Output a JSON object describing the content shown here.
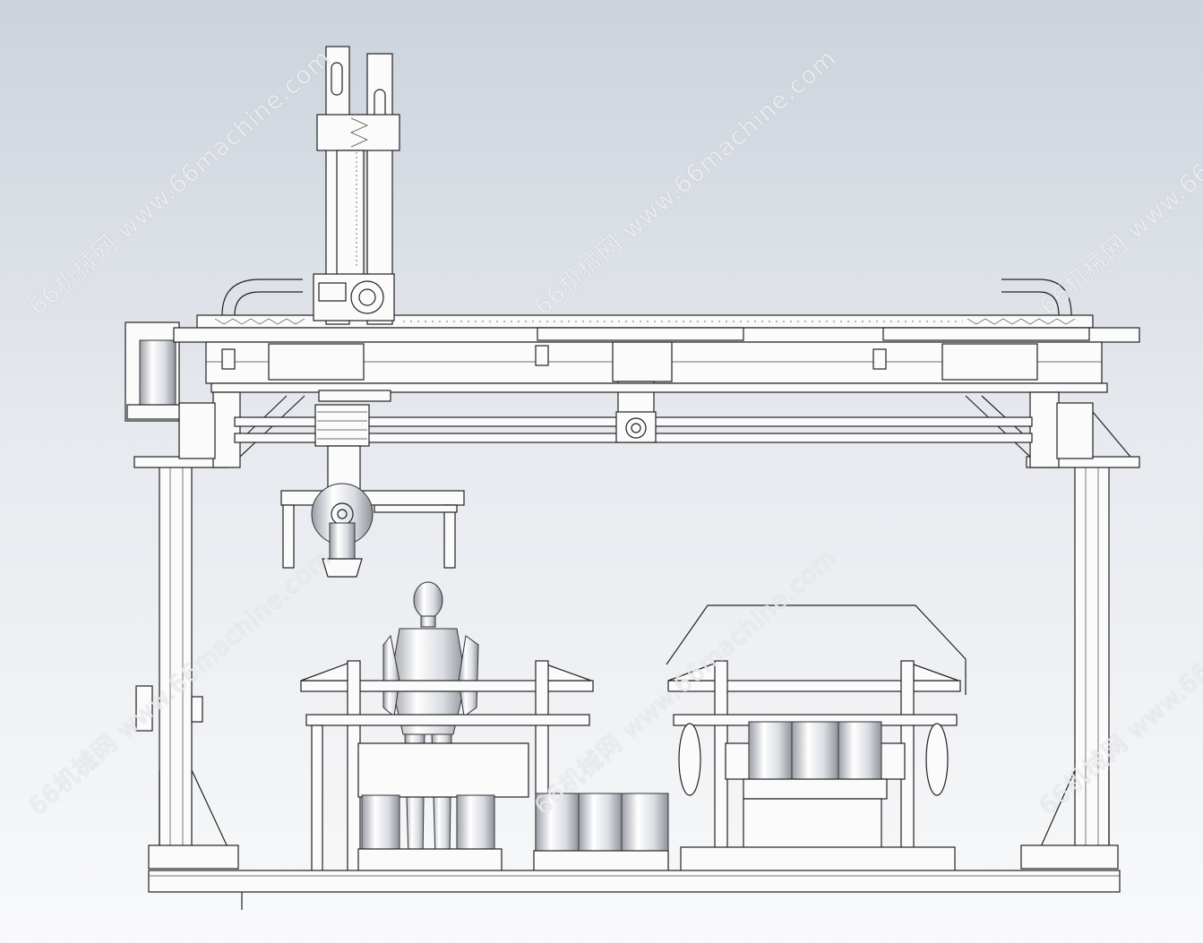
{
  "watermark": {
    "text": "66机械网 www.66machine.com",
    "tiles": [
      {
        "id": "wm-1"
      },
      {
        "id": "wm-2"
      },
      {
        "id": "wm-3"
      },
      {
        "id": "wm-4"
      },
      {
        "id": "wm-5"
      },
      {
        "id": "wm-6"
      }
    ]
  },
  "drawing": {
    "kind": "gantry robot palletizer with pallet stations (CAD front view)",
    "line_color": "#222222",
    "background_top": "#ccd3dc",
    "background_bottom": "#f8f9fa"
  }
}
